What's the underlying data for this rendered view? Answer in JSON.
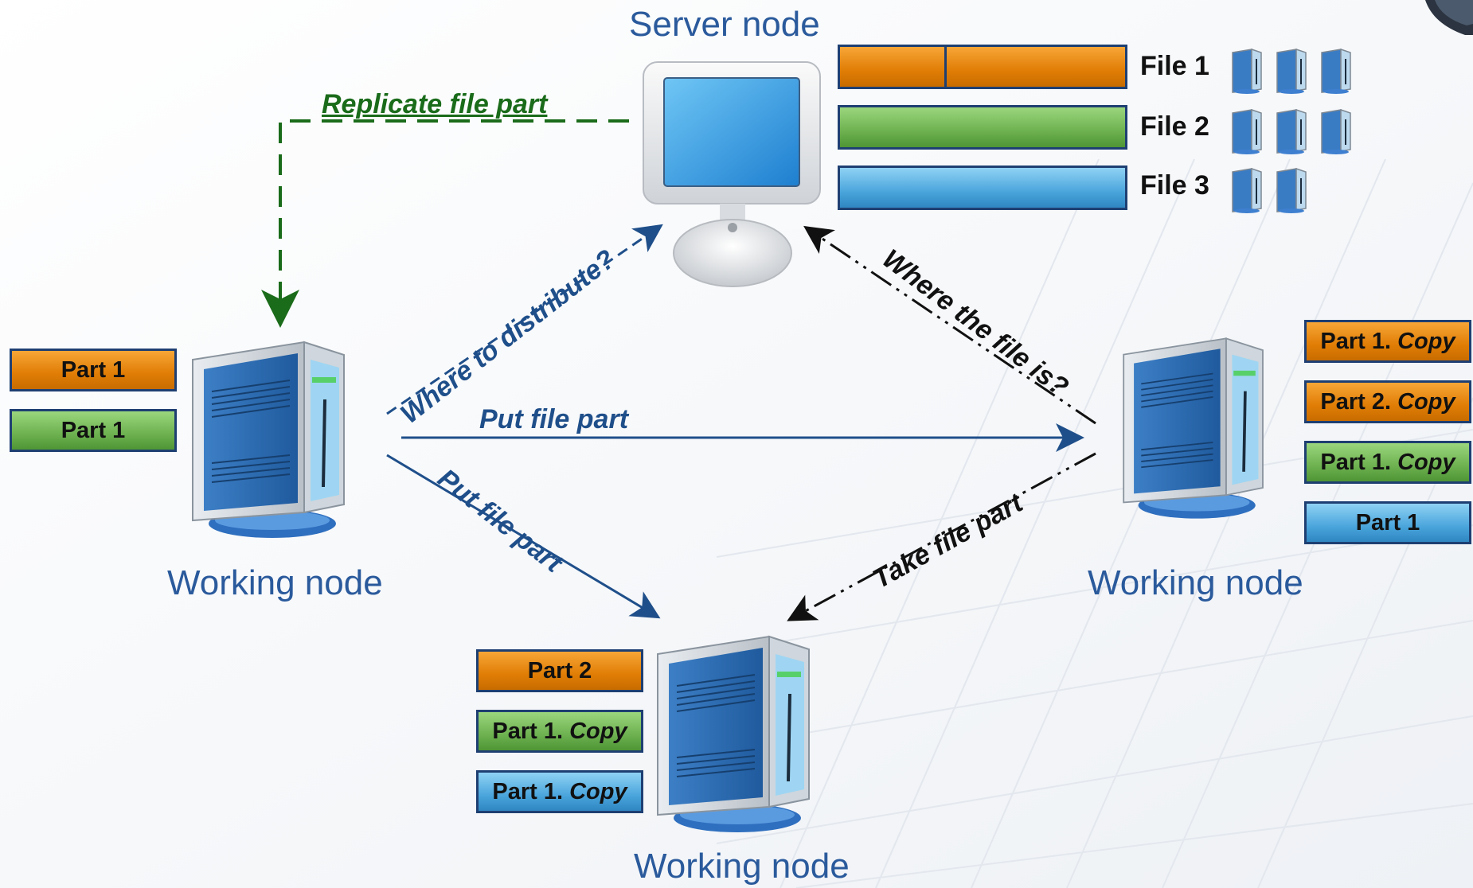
{
  "nodes": {
    "server": {
      "label": "Server node"
    },
    "left": {
      "label": "Working node"
    },
    "right": {
      "label": "Working node"
    },
    "bottom": {
      "label": "Working node"
    }
  },
  "files": [
    {
      "label": "File 1",
      "color": "orange",
      "split": true,
      "replicas": 3
    },
    {
      "label": "File 2",
      "color": "green",
      "split": false,
      "replicas": 3
    },
    {
      "label": "File 3",
      "color": "blue",
      "split": false,
      "replicas": 2
    }
  ],
  "left_parts": [
    {
      "label": "Part 1",
      "copy": "",
      "color": "orange"
    },
    {
      "label": "Part 1",
      "copy": "",
      "color": "green"
    }
  ],
  "right_parts": [
    {
      "label": "Part 1.",
      "copy": "Copy",
      "color": "orange"
    },
    {
      "label": "Part 2.",
      "copy": "Copy",
      "color": "orange"
    },
    {
      "label": "Part 1.",
      "copy": "Copy",
      "color": "green"
    },
    {
      "label": "Part 1",
      "copy": "",
      "color": "blue"
    }
  ],
  "bottom_parts": [
    {
      "label": "Part 2",
      "copy": "",
      "color": "orange"
    },
    {
      "label": "Part 1.",
      "copy": "Copy",
      "color": "green"
    },
    {
      "label": "Part 1.",
      "copy": "Copy",
      "color": "blue"
    }
  ],
  "arrows": {
    "replicate": "Replicate file part",
    "where_distribute": "Where to distribute?",
    "put_right": "Put file part",
    "put_bottom": "Put file part",
    "where_file": "Where the file is?",
    "take": "Take file part"
  },
  "colors": {
    "node_label": "#2a5a9c",
    "replicate_arrow": "#1a6b1a",
    "put_arrow": "#1f4f8a",
    "query_arrow": "#111111",
    "part_border": "#1e3f72"
  }
}
